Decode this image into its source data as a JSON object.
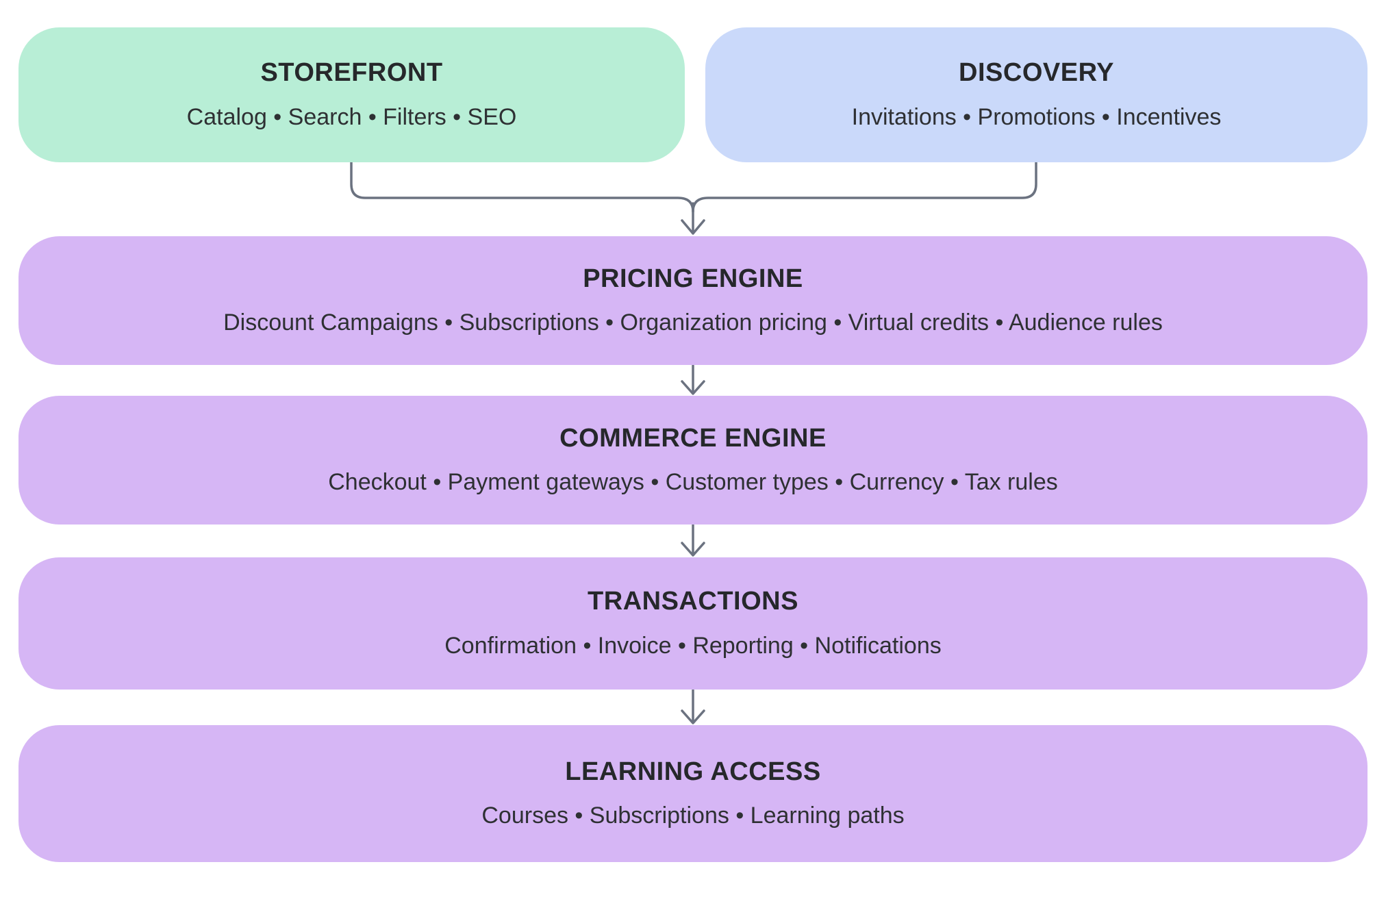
{
  "diagram": {
    "type": "flowchart",
    "background": "#ffffff",
    "colors": {
      "storefront_fill": "#b8eed6",
      "discovery_fill": "#cad9fa",
      "engine_fill": "#d6b6f5",
      "connector_stroke": "#6b7280",
      "title_text": "#26282b",
      "subtitle_text": "#2e3033"
    },
    "nodes": {
      "storefront": {
        "title": "STOREFRONT",
        "subtitle": "Catalog • Search • Filters • SEO"
      },
      "discovery": {
        "title": "DISCOVERY",
        "subtitle": "Invitations • Promotions • Incentives"
      },
      "pricing": {
        "title": "PRICING ENGINE",
        "subtitle": "Discount Campaigns • Subscriptions • Organization pricing • Virtual credits • Audience rules"
      },
      "commerce": {
        "title": "COMMERCE ENGINE",
        "subtitle": "Checkout • Payment gateways • Customer types • Currency • Tax rules"
      },
      "transactions": {
        "title": "TRANSACTIONS",
        "subtitle": "Confirmation • Invoice • Reporting • Notifications"
      },
      "learning": {
        "title": "LEARNING ACCESS",
        "subtitle": "Courses • Subscriptions • Learning paths"
      }
    },
    "edges": [
      {
        "from": "storefront",
        "to": "pricing",
        "style": "merge-bracket-arrow"
      },
      {
        "from": "discovery",
        "to": "pricing",
        "style": "merge-bracket-arrow"
      },
      {
        "from": "pricing",
        "to": "commerce",
        "style": "down-arrow"
      },
      {
        "from": "commerce",
        "to": "transactions",
        "style": "down-arrow"
      },
      {
        "from": "transactions",
        "to": "learning",
        "style": "down-arrow"
      }
    ]
  }
}
